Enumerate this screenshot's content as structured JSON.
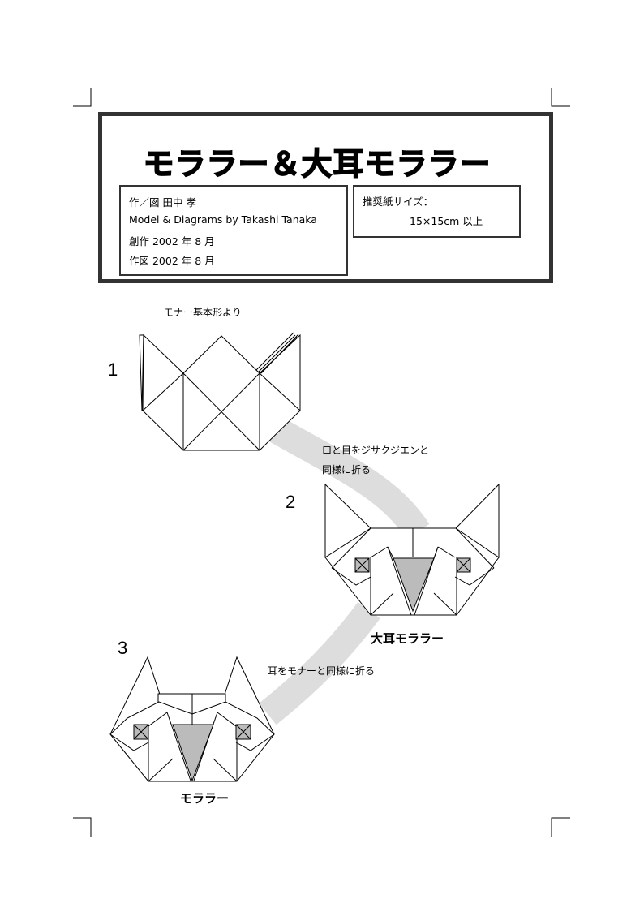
{
  "title": "モララー＆大耳モララー",
  "credits": {
    "author_jp": "作／図  田中  孝",
    "author_en": "Model & Diagrams by Takashi Tanaka",
    "created": "創作  2002 年 8 月",
    "diagrammed": "作図  2002 年 8 月"
  },
  "paper": {
    "label": "推奨紙サイズ：",
    "size": "15×15cm 以上"
  },
  "steps": [
    {
      "number": "1",
      "note": "モナー基本形より"
    },
    {
      "number": "2",
      "note_line1": "口と目をジサクジエンと",
      "note_line2": "同様に折る",
      "caption": "大耳モララー"
    },
    {
      "number": "3",
      "note": "耳をモナーと同様に折る",
      "caption": "モララー"
    }
  ],
  "colors": {
    "frame": "#333333",
    "arrow_band": "#dddddd",
    "fill_gray": "#bbbbbb"
  }
}
